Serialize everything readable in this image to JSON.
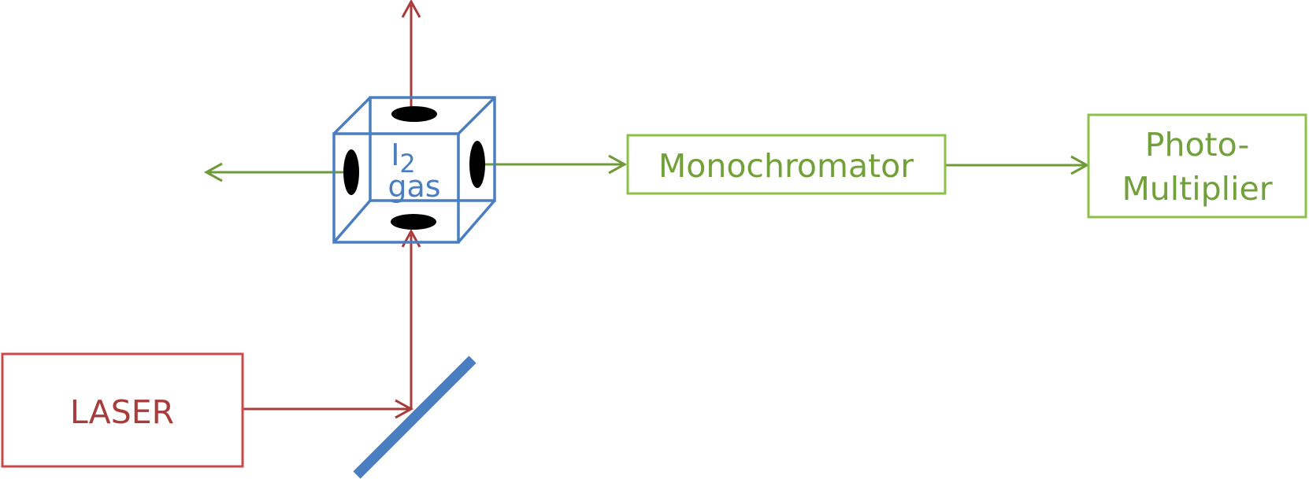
{
  "colors": {
    "laser_beam": "#a83c3c",
    "laser_box": "#c94a4a",
    "cell": "#4a7ec0",
    "fluorescence_beam": "#6e9a3a",
    "detector_box": "#8cc04a",
    "detector_text": "#72a03a",
    "window": "#000000"
  },
  "laser": {
    "label": "LASER"
  },
  "cell": {
    "label_line1": "I",
    "label_subscript": "2",
    "label_line2": "gas"
  },
  "monochromator": {
    "label": "Monochromator"
  },
  "photomultiplier": {
    "label_line1": "Photo-",
    "label_line2": "Multiplier"
  }
}
